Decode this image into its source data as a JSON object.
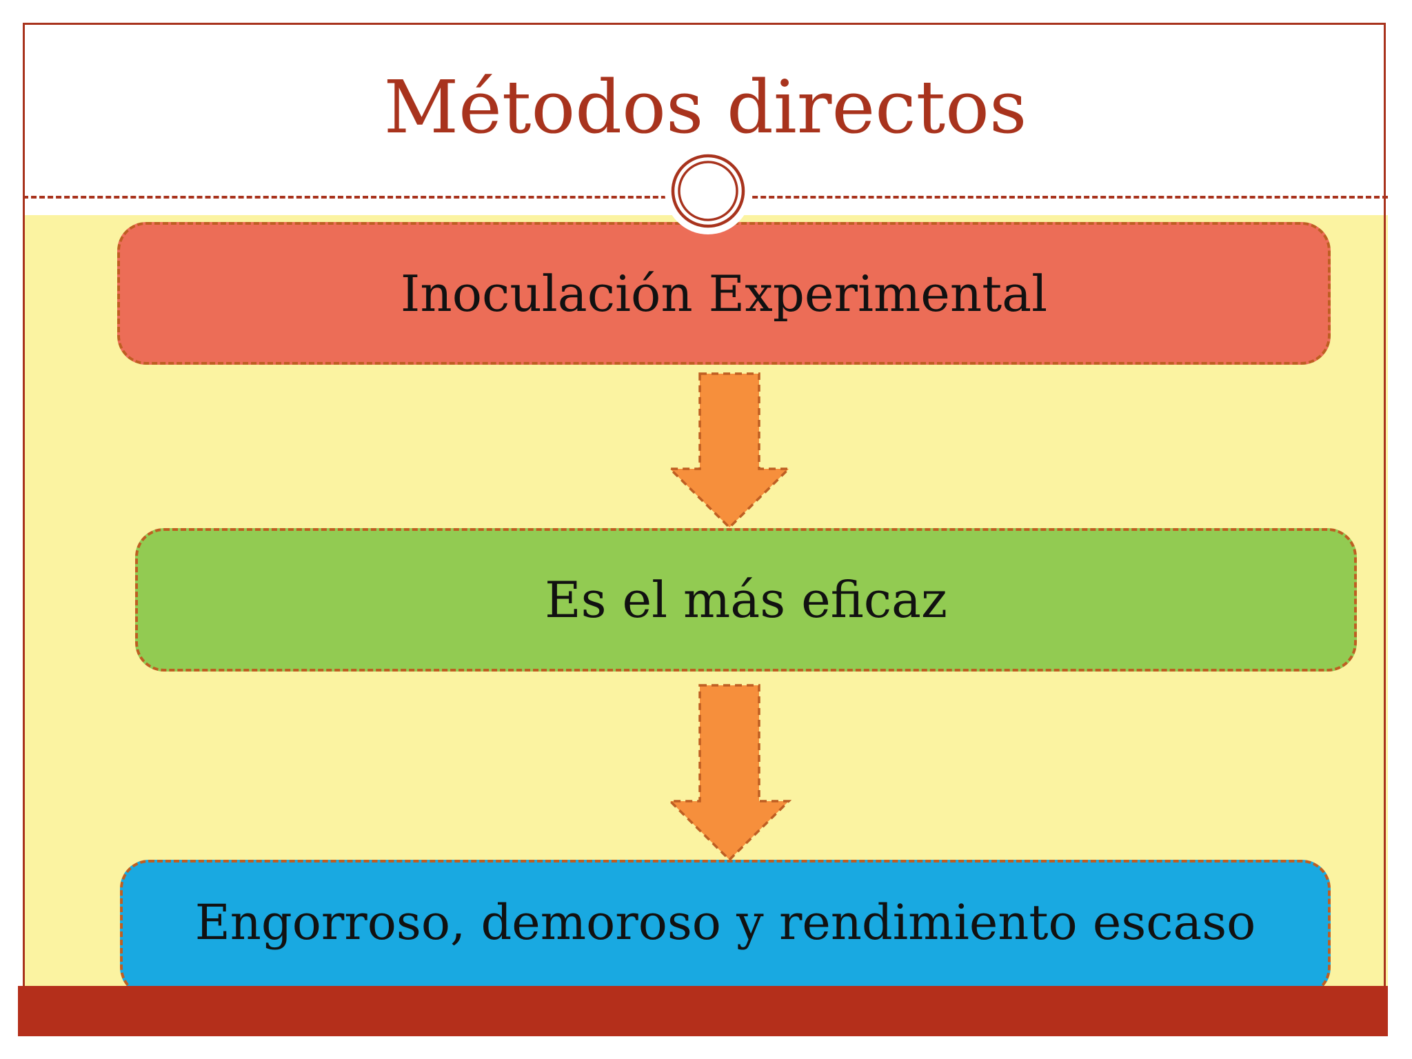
{
  "slide": {
    "title": "Métodos directos",
    "flow": [
      {
        "label": "Inoculación Experimental",
        "color": "#EC6D57"
      },
      {
        "label": "Es el más eficaz",
        "color": "#92CB52"
      },
      {
        "label": "Engorroso, demoroso y rendimiento escaso",
        "color": "#19A9E1"
      }
    ]
  },
  "icons": {
    "connector_1": "down-arrow-icon",
    "connector_2": "down-arrow-icon",
    "ornament": "double-circle-ornament-icon"
  },
  "colors": {
    "accent": "#A8331D",
    "bar": "#B42F1B",
    "yellow": "#FBF3A1",
    "box1": "#EC6D57",
    "box2": "#92CB52",
    "box3": "#19A9E1",
    "arrow": "#F68F3C",
    "dash": "#BE5E22",
    "text": "#111111",
    "page": "#FFFFFF"
  }
}
